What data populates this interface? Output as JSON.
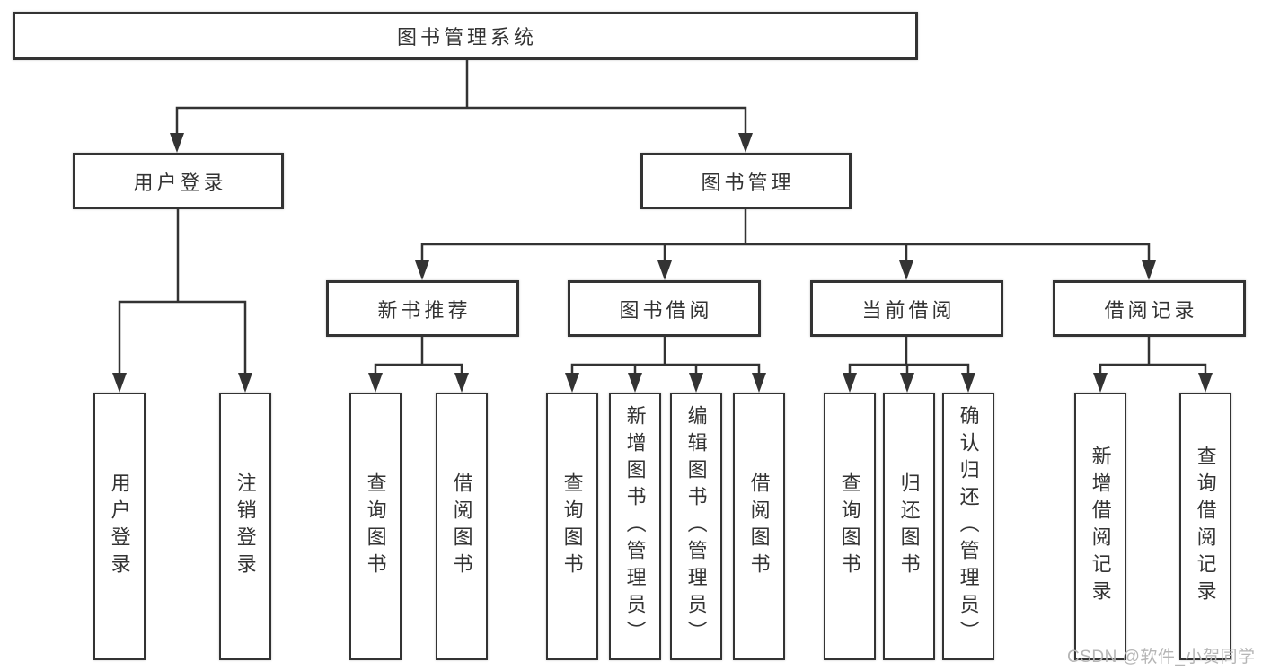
{
  "diagram": {
    "type": "hierarchy-tree",
    "root": {
      "label": "图书管理系统"
    },
    "level2": [
      {
        "label": "用户登录",
        "children": [
          {
            "label": "用户登录"
          },
          {
            "label": "注销登录"
          }
        ]
      },
      {
        "label": "图书管理",
        "children": [
          {
            "label": "新书推荐",
            "children": [
              {
                "label": "查询图书"
              },
              {
                "label": "借阅图书"
              }
            ]
          },
          {
            "label": "图书借阅",
            "children": [
              {
                "label": "查询图书"
              },
              {
                "label": "新增图书（管理员）"
              },
              {
                "label": "编辑图书（管理员）"
              },
              {
                "label": "借阅图书"
              }
            ]
          },
          {
            "label": "当前借阅",
            "children": [
              {
                "label": "查询图书"
              },
              {
                "label": "归还图书"
              },
              {
                "label": "确认归还（管理员）"
              }
            ]
          },
          {
            "label": "借阅记录",
            "children": [
              {
                "label": "新增借阅记录"
              },
              {
                "label": "查询借阅记录"
              }
            ]
          }
        ]
      }
    ]
  },
  "colors": {
    "line": "#333333",
    "box_border": "#333333",
    "background": "#ffffff",
    "watermark": "#b5b5b5"
  },
  "watermark": {
    "text": "CSDN @软件_小贺同学"
  }
}
